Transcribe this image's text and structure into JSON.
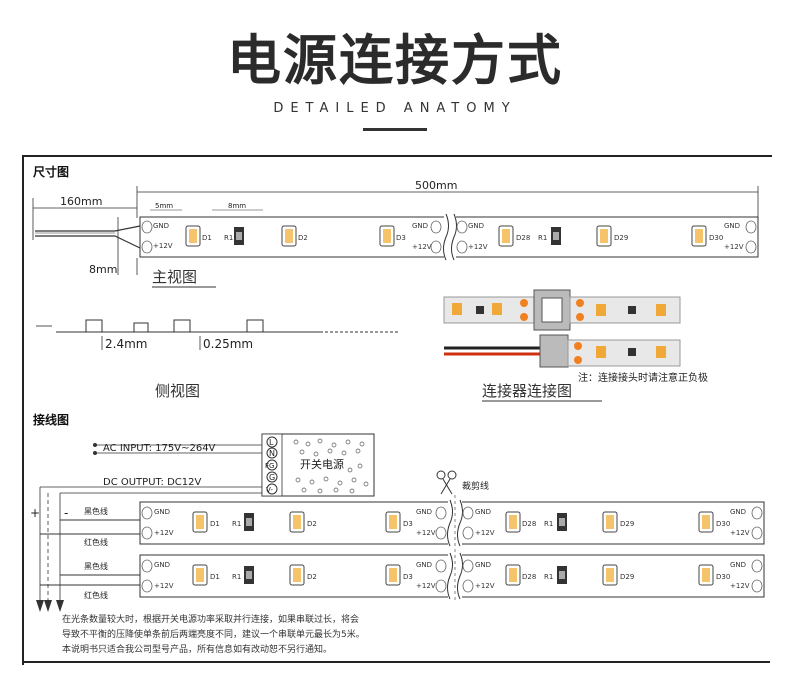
{
  "header": {
    "title": "电源连接方式",
    "subtitle": "DETAILED ANATOMY"
  },
  "dimension_section": {
    "heading": "尺寸图",
    "total_length": "500mm",
    "lead_length": "160mm",
    "spacing_a": "5mm",
    "spacing_b": "8mm",
    "width": "8mm",
    "caption_front": "主视图"
  },
  "strip_labels": {
    "gnd": "GND",
    "plus12": "+12V",
    "d1": "D1",
    "r1": "R1",
    "d2": "D2",
    "d3": "D3",
    "d28": "D28",
    "d29": "D29",
    "d30": "D30"
  },
  "side_section": {
    "thickness_a": "2.4mm",
    "thickness_b": "0.25mm",
    "caption_side": "侧视图",
    "caption_connector": "连接器连接图",
    "connector_note": "注：连接接头时请注意正负极"
  },
  "wiring_section": {
    "heading": "接线图",
    "ac_input": "AC INPUT: 175V~264V",
    "dc_output": "DC OUTPUT: DC12V",
    "psu_label": "开关电源",
    "terminal_l": "L",
    "terminal_n": "N",
    "terminal_fg": "FG",
    "terminal_g": "G",
    "terminal_v": "V-",
    "cut_line": "裁剪线",
    "black_wire": "黑色线",
    "red_wire": "红色线",
    "plus": "+",
    "minus": "-"
  },
  "notes": [
    "在光条数量较大时，根据开关电源功率采取并行连接，如果串联过长，将会",
    "导致不平衡的压降使单条前后两端亮度不同，建议一个串联单元最长为5米。",
    "本说明书只适合我公司型号产品，所有信息如有改动恕不另行通知。"
  ]
}
